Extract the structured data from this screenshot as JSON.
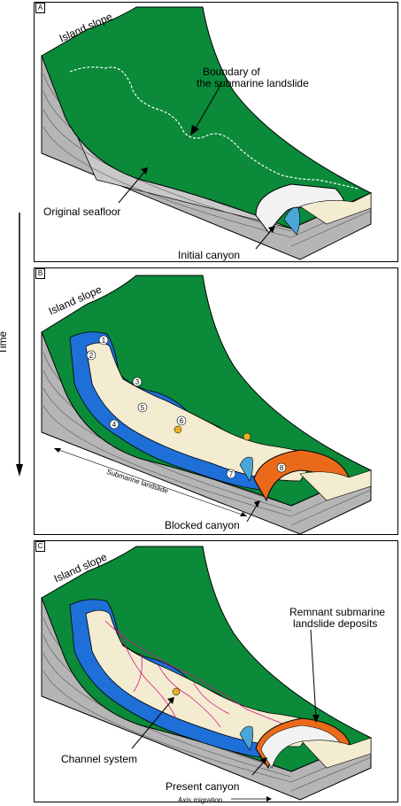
{
  "axis": {
    "time_label": "Time"
  },
  "panels": [
    {
      "letter": "A",
      "slope": "Island slope",
      "boundary_line1": "Boundary of",
      "boundary_line2": "the submarine landslide",
      "original_seafloor": "Original seafloor",
      "initial_canyon": "Initial canyon"
    },
    {
      "letter": "B",
      "slope": "Island slope",
      "markers": [
        "1",
        "2",
        "3",
        "4",
        "5",
        "6",
        "7",
        "8"
      ],
      "submarine_landslide": "Submarine landslide",
      "blocked_canyon": "Blocked canyon"
    },
    {
      "letter": "C",
      "slope": "Island slope",
      "remnant_line1": "Remnant submarine",
      "remnant_line2": "landslide deposits",
      "channel_system": "Channel system",
      "present_canyon": "Present canyon",
      "axis_migration": "Axis migration"
    }
  ],
  "colors": {
    "slope_green": "#0b8a3a",
    "layered_gray": "#b5b5b5",
    "landslide_cream": "#f4ecd0",
    "water_blue": "#1e6fd8",
    "blocked_orange": "#ea6a1a",
    "channel_magenta": "#d0158a",
    "canyon_blue": "#4aa6d6"
  },
  "icons": [
    "down-arrow-icon",
    "right-arrow-icon"
  ]
}
